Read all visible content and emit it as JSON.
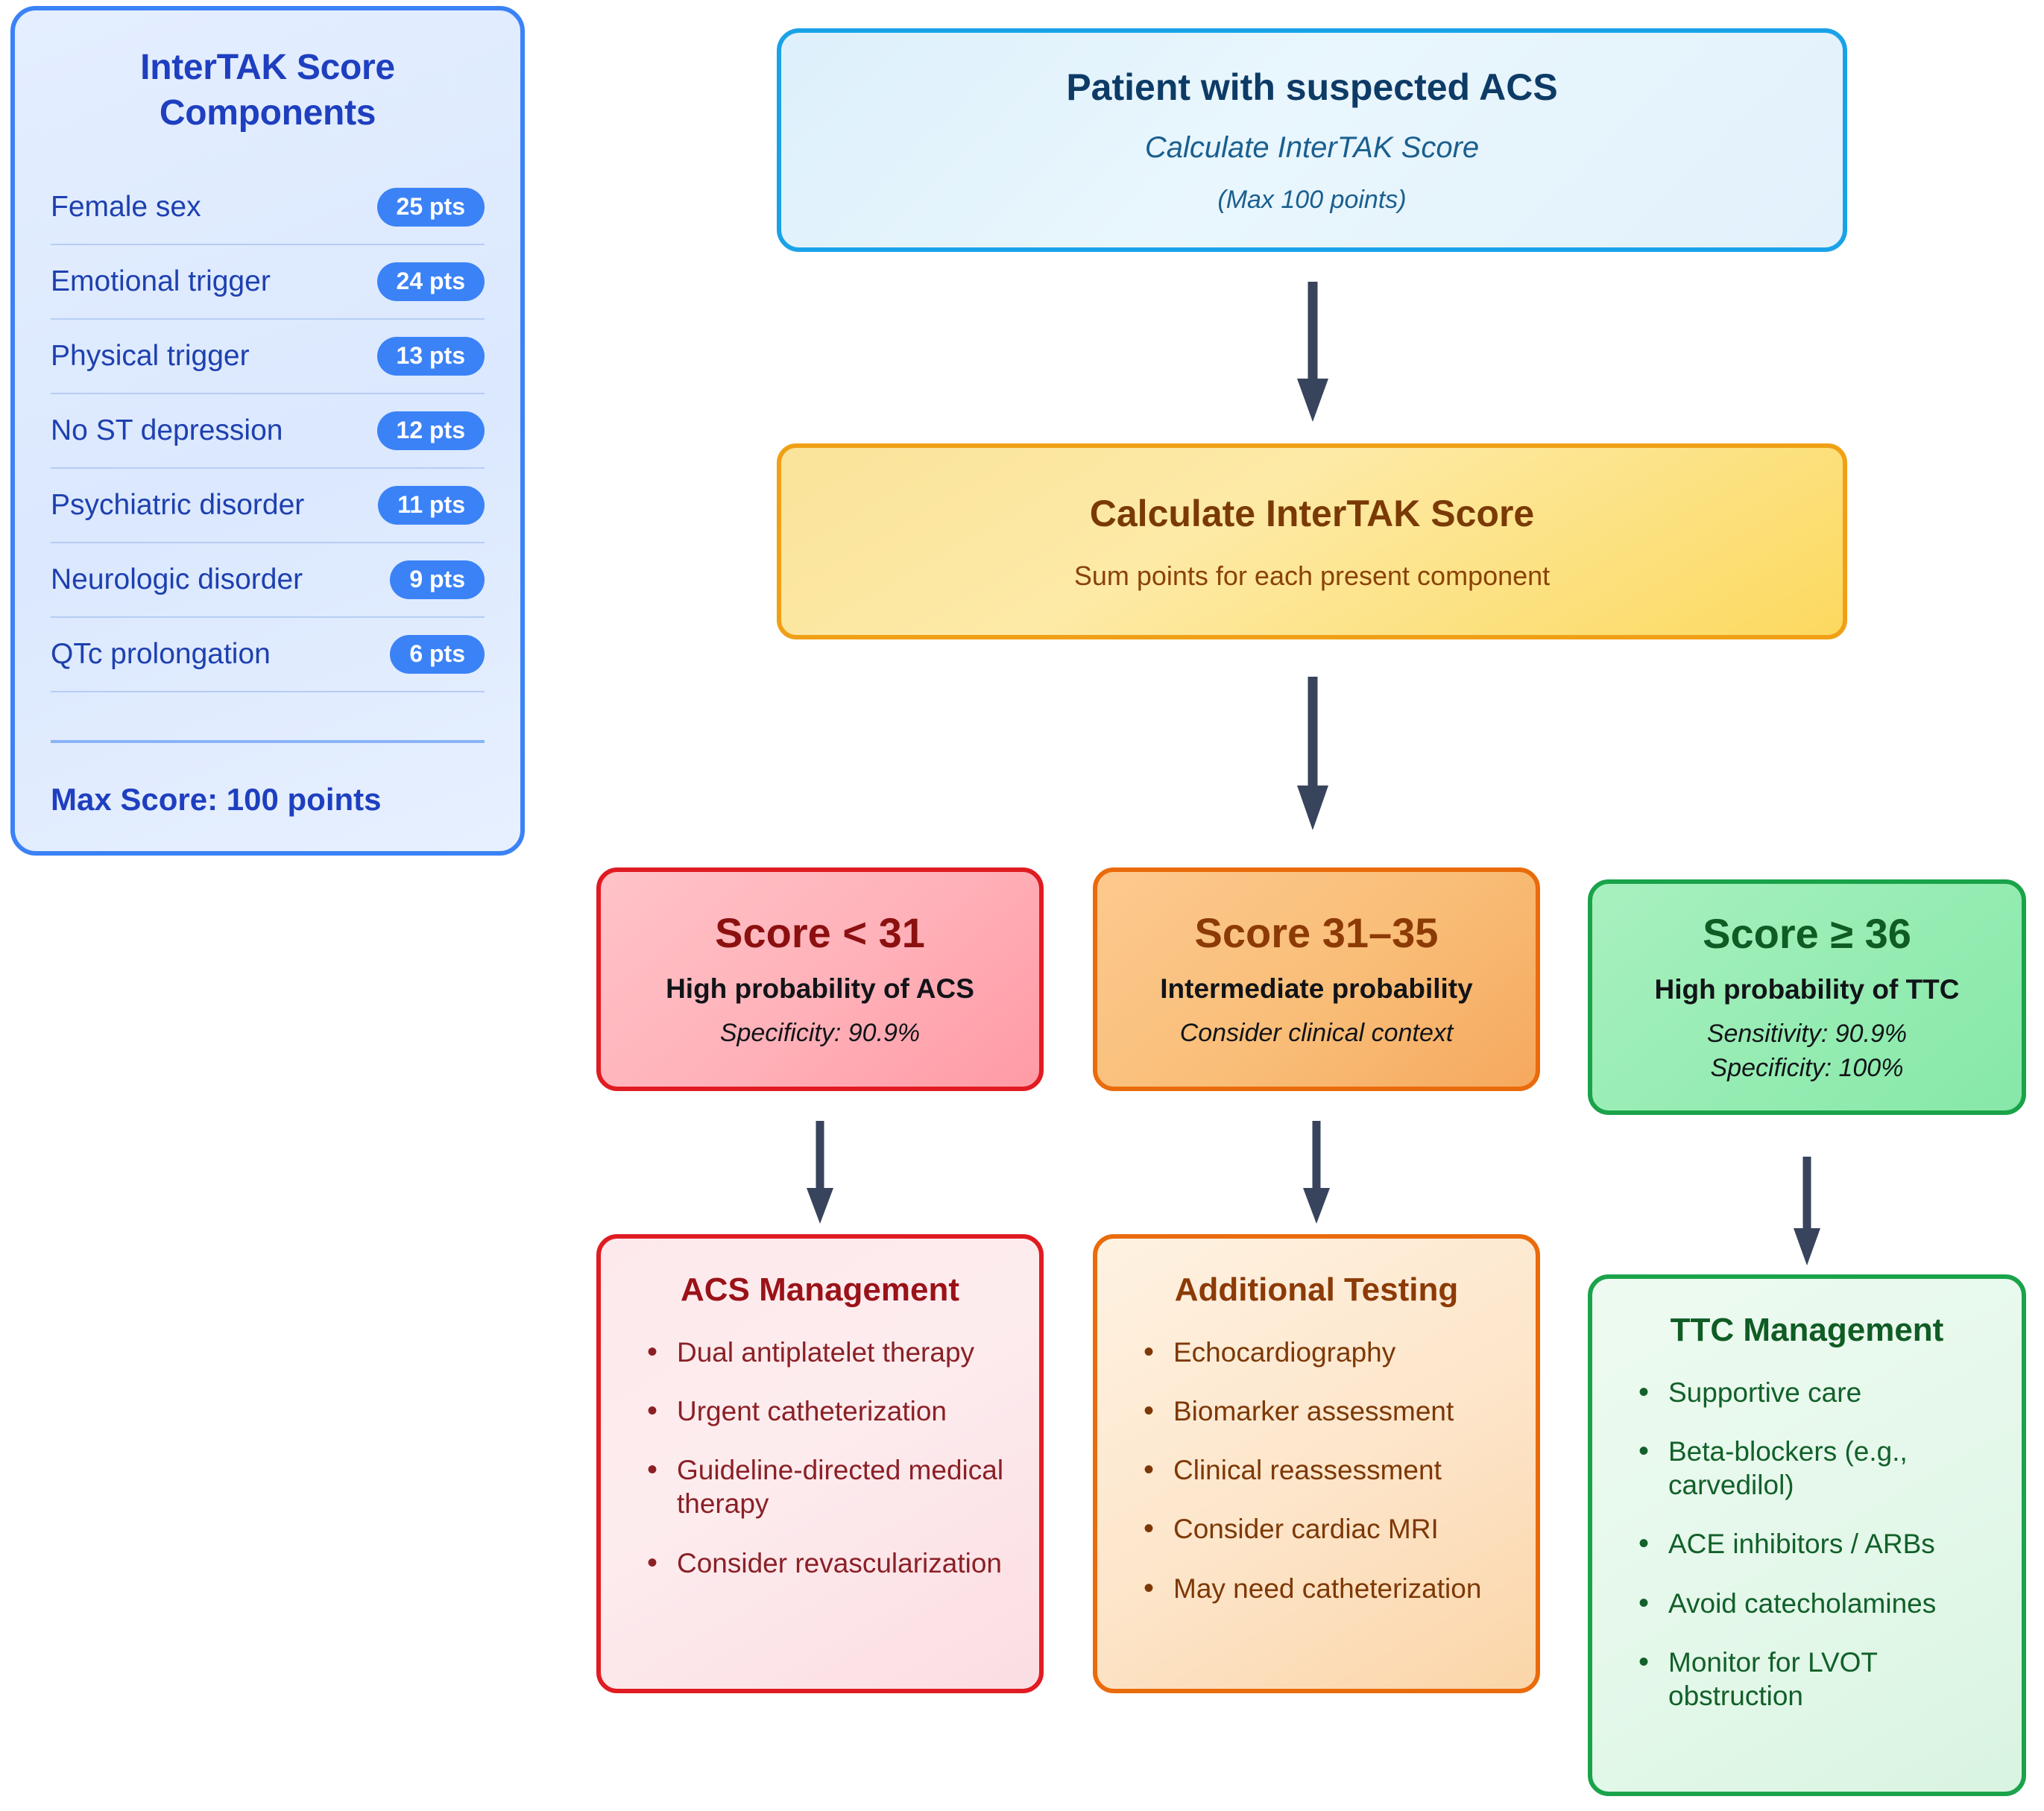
{
  "sidebar": {
    "title": "InterTAK Score Components",
    "components": [
      {
        "label": "Female sex",
        "points": "25 pts"
      },
      {
        "label": "Emotional trigger",
        "points": "24 pts"
      },
      {
        "label": "Physical trigger",
        "points": "13 pts"
      },
      {
        "label": "No ST depression",
        "points": "12 pts"
      },
      {
        "label": "Psychiatric disorder",
        "points": "11 pts"
      },
      {
        "label": "Neurologic disorder",
        "points": "9 pts"
      },
      {
        "label": "QTc prolongation",
        "points": "6 pts"
      }
    ],
    "max_score": "Max Score: 100 points"
  },
  "flow": {
    "patient": {
      "title": "Patient with suspected ACS",
      "sub1": "Calculate InterTAK Score",
      "sub2": "(Max 100 points)"
    },
    "calculate": {
      "title": "Calculate InterTAK Score",
      "sub1": "Sum points for each present component"
    },
    "tiers": [
      {
        "title": "Score < 31",
        "subtitle": "High probability of ACS",
        "stats": [
          "Specificity: 90.9%"
        ]
      },
      {
        "title": "Score 31–35",
        "subtitle": "Intermediate probability",
        "stats": [
          "Consider clinical context"
        ]
      },
      {
        "title": "Score ≥ 36",
        "subtitle": "High probability of TTC",
        "stats": [
          "Sensitivity: 90.9%",
          "Specificity: 100%"
        ]
      }
    ],
    "management": [
      {
        "title": "ACS Management",
        "items": [
          "Dual antiplatelet therapy",
          "Urgent catheterization",
          "Guideline-directed medical therapy",
          "Consider revascularization"
        ]
      },
      {
        "title": "Additional Testing",
        "items": [
          "Echocardiography",
          "Biomarker assessment",
          "Clinical reassessment",
          "Consider cardiac MRI",
          "May need catheterization"
        ]
      },
      {
        "title": "TTC Management",
        "items": [
          "Supportive care",
          "Beta-blockers (e.g., carvedilol)",
          "ACE inhibitors / ARBs",
          "Avoid catecholamines",
          "Monitor for LVOT obstruction"
        ]
      }
    ]
  },
  "colors": {
    "arrow": "#38445c",
    "sidebar_border": "#3b82f6",
    "sidebar_accent": "#1e3fbf",
    "pill_bg": "#3b82f6",
    "patient_border": "#19a2e8",
    "calc_border": "#f0a016",
    "red": "#e01b22",
    "orange": "#ea6b0b",
    "green": "#1aa34a"
  }
}
